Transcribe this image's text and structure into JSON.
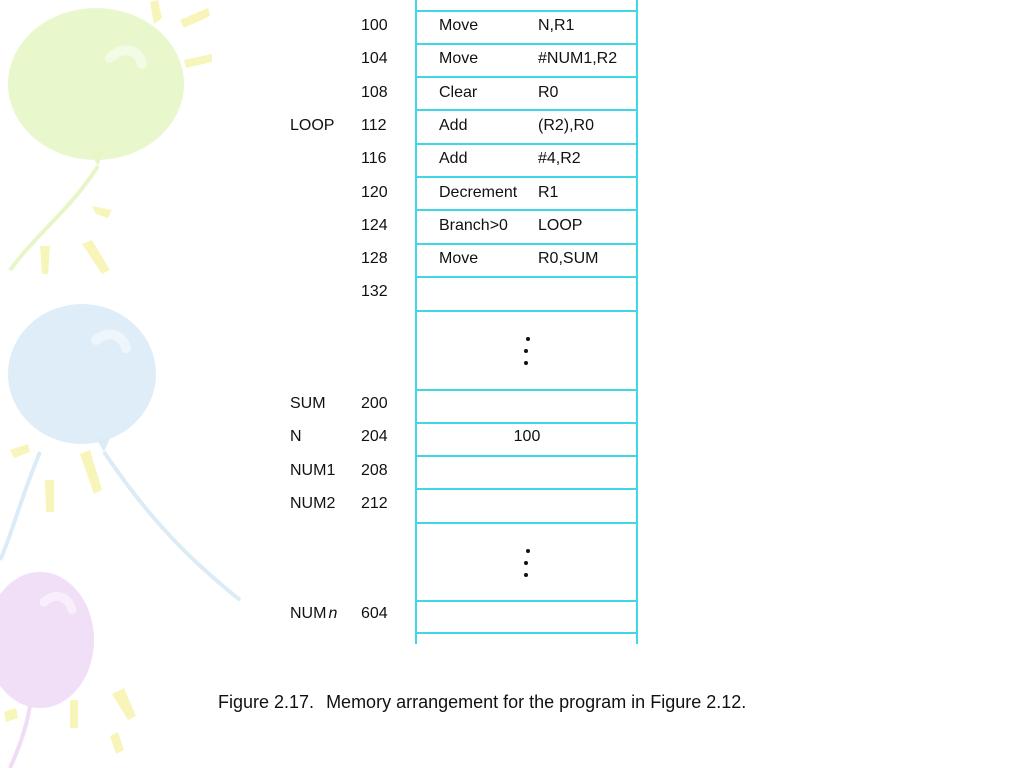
{
  "rows": [
    {
      "label": "",
      "address": "100",
      "op": "Move",
      "operand": "N,R1"
    },
    {
      "label": "",
      "address": "104",
      "op": "Move",
      "operand": "#NUM1,R2"
    },
    {
      "label": "",
      "address": "108",
      "op": "Clear",
      "operand": "R0"
    },
    {
      "label": "LOOP",
      "address": "112",
      "op": "Add",
      "operand": "(R2),R0"
    },
    {
      "label": "",
      "address": "116",
      "op": "Add",
      "operand": "#4,R2"
    },
    {
      "label": "",
      "address": "120",
      "op": "Decrement",
      "operand": "R1"
    },
    {
      "label": "",
      "address": "124",
      "op": "Branch>0",
      "operand": "LOOP"
    },
    {
      "label": "",
      "address": "128",
      "op": "Move",
      "operand": "R0,SUM"
    },
    {
      "label": "",
      "address": "132",
      "op": "",
      "operand": ""
    },
    {
      "label": "SUM",
      "address": "200",
      "value": ""
    },
    {
      "label": "N",
      "address": "204",
      "value": "100"
    },
    {
      "label": "NUM1",
      "address": "208",
      "value": ""
    },
    {
      "label": "NUM2",
      "address": "212",
      "value": ""
    },
    {
      "label": "NUM",
      "label_suffix": "n",
      "address": "604",
      "value": ""
    }
  ],
  "caption": {
    "figure_number": "Figure 2.17.",
    "title": "Memory arrangement for the program in Figure 2.12."
  },
  "colors": {
    "memory_lines": "#3fd6e6",
    "balloon_green": "#e7f6c8",
    "balloon_blue": "#dcecf7",
    "balloon_purple": "#f0dcf7",
    "sparkle_yellow": "#f6f2a4"
  }
}
